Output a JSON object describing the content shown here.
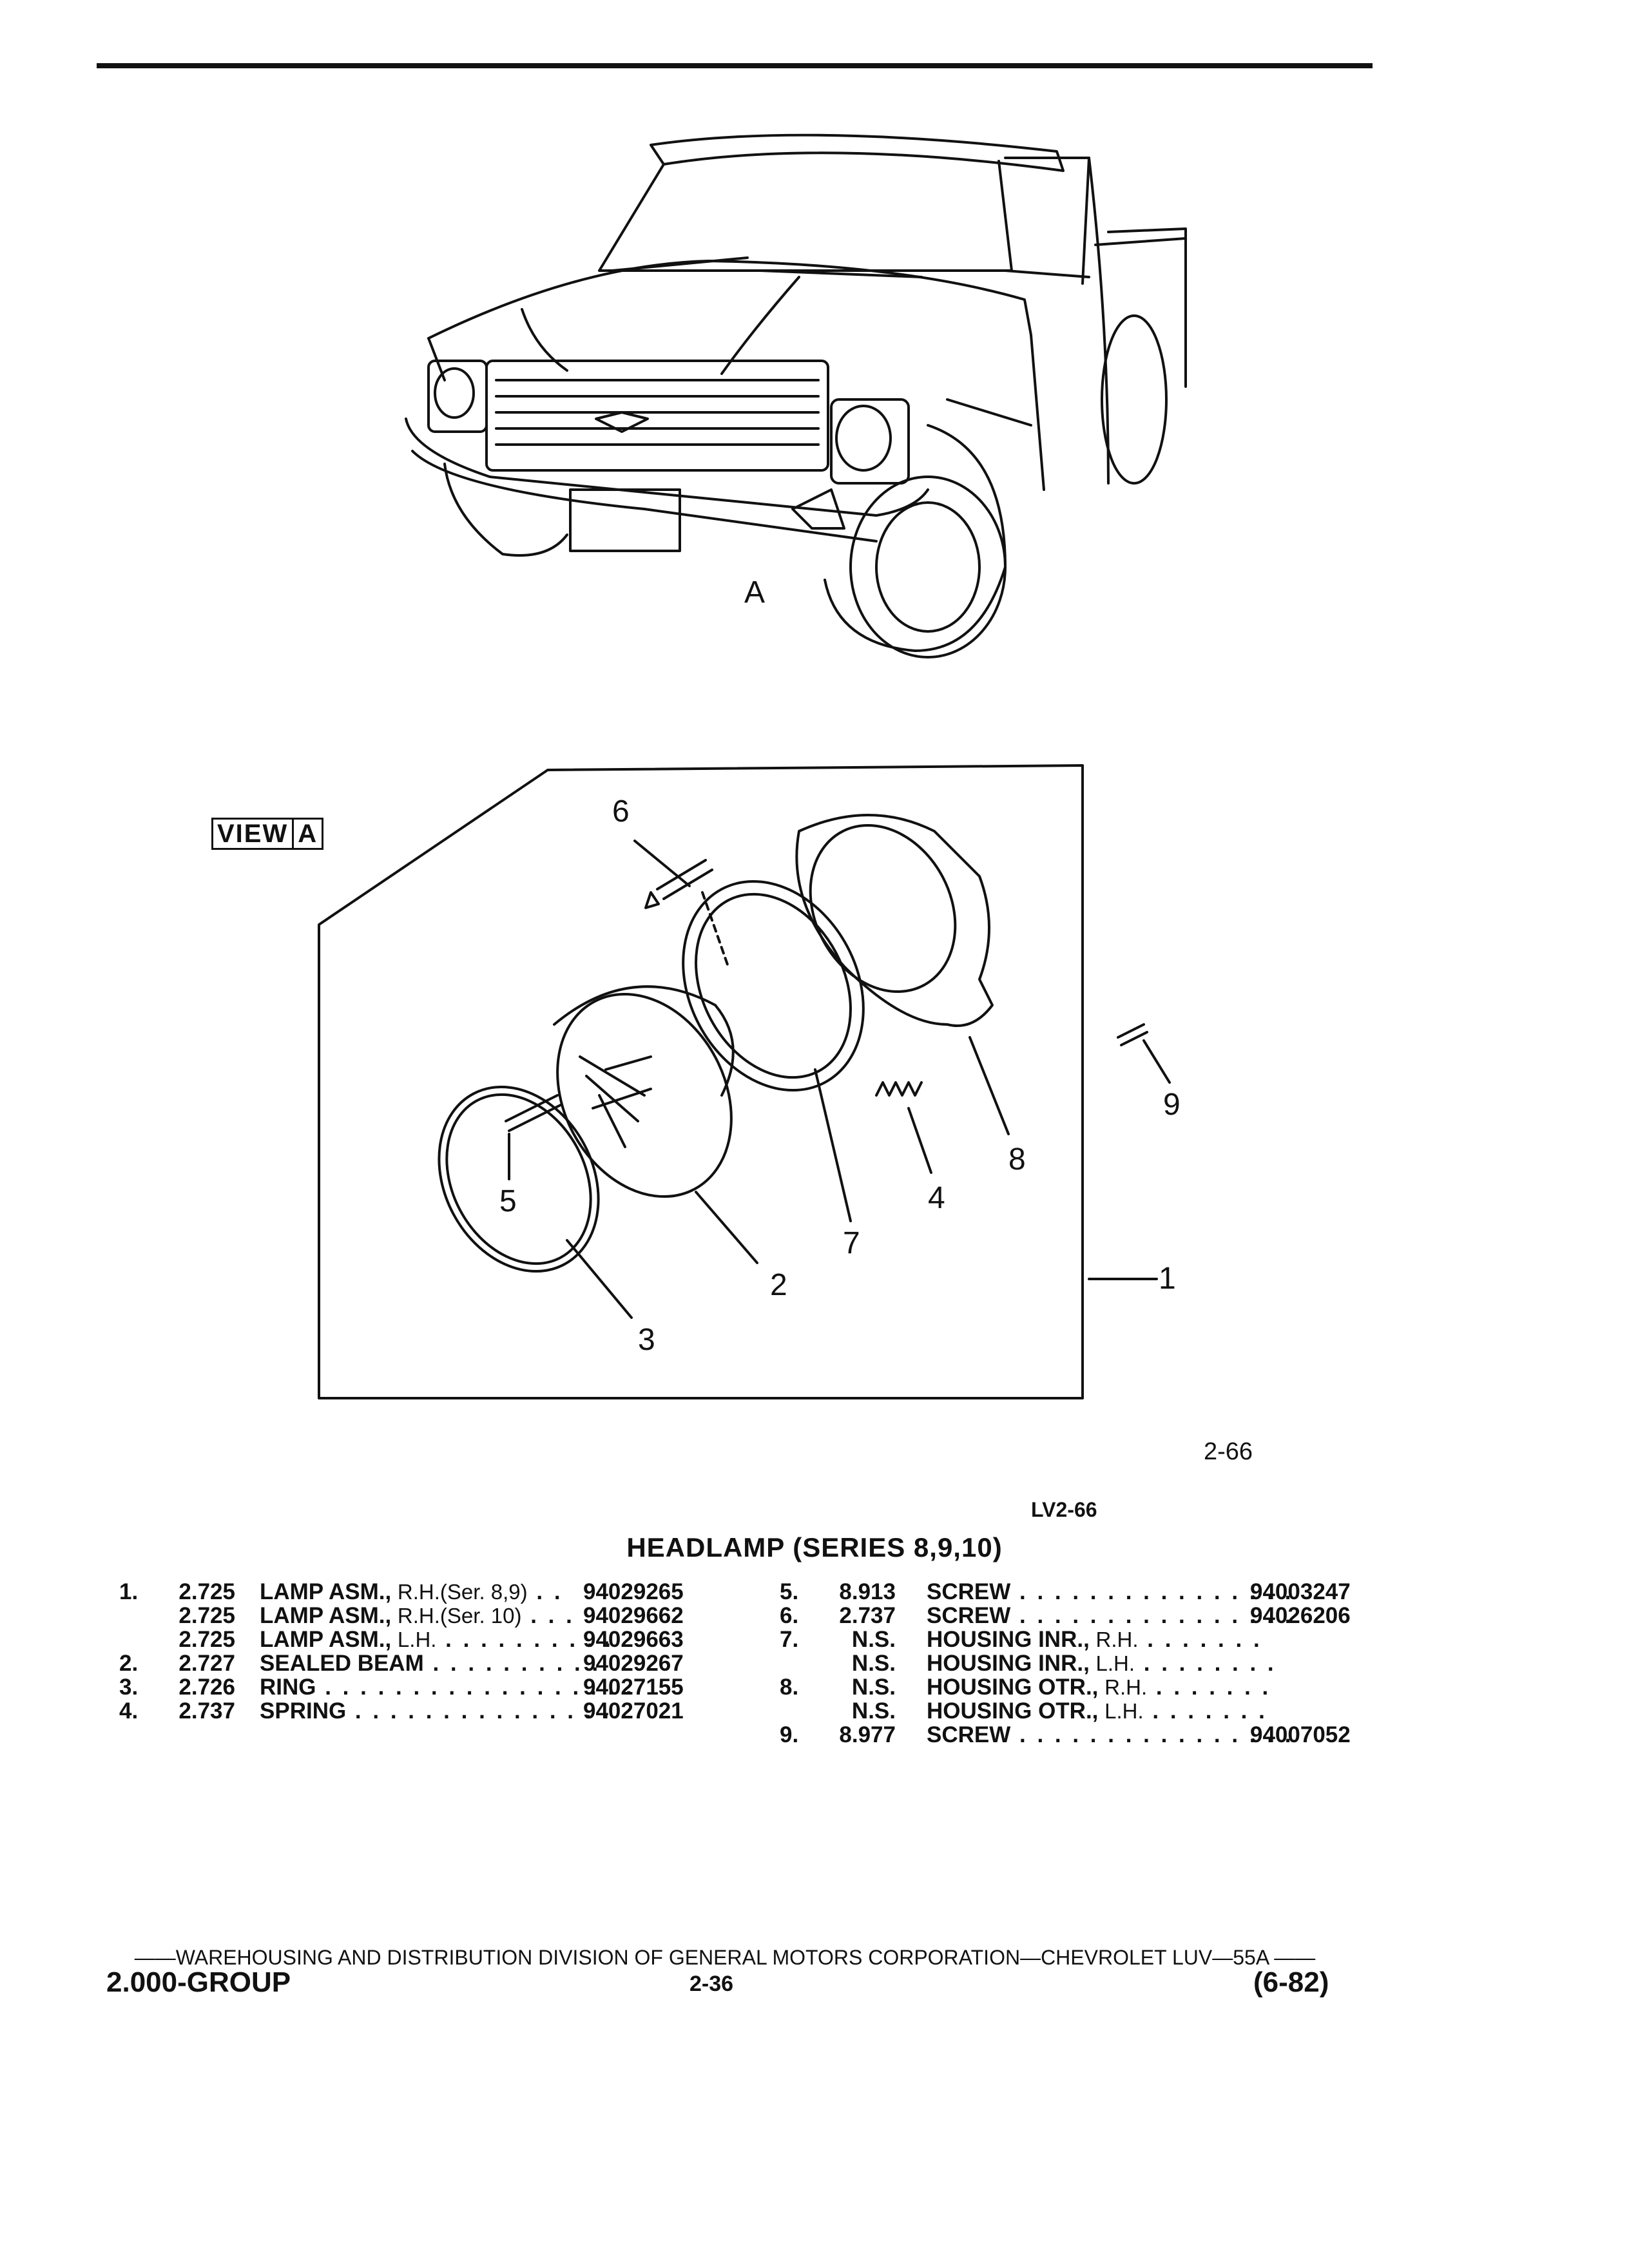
{
  "illustration": {
    "view_marker": "A",
    "view_label_word": "VIEW",
    "view_label_letter": "A",
    "callouts": [
      "1",
      "2",
      "3",
      "4",
      "5",
      "6",
      "7",
      "8",
      "9"
    ],
    "figure_number": "2-66",
    "figure_code": "LV2-66"
  },
  "parts": {
    "title": "HEADLAMP (SERIES 8,9,10)",
    "left": [
      {
        "num": "1.",
        "cat": "2.725",
        "name": "LAMP ASM.,",
        "note": "R.H.(Ser. 8,9)",
        "dots": " . .",
        "pn": "94029265"
      },
      {
        "num": "",
        "cat": "2.725",
        "name": "LAMP ASM.,",
        "note": "R.H.(Ser. 10)",
        "dots": " . . .",
        "pn": "94029662"
      },
      {
        "num": "",
        "cat": "2.725",
        "name": "LAMP ASM.,",
        "note": "L.H.",
        "dots": " . . . . . . . . . .",
        "pn": "94029663"
      },
      {
        "num": "2.",
        "cat": "2.727",
        "name": "SEALED BEAM",
        "note": "",
        "dots": " . . . . . . . . . .",
        "pn": "94029267"
      },
      {
        "num": "3.",
        "cat": "2.726",
        "name": "RING",
        "note": "",
        "dots": " . . . . . . . . . . . . . . . . . .",
        "pn": "94027155"
      },
      {
        "num": "4.",
        "cat": "2.737",
        "name": "SPRING",
        "note": "",
        "dots": " . . . . . . . . . . . . . . . .",
        "pn": "94027021"
      }
    ],
    "right": [
      {
        "num": "5.",
        "cat": "8.913",
        "name": "SCREW",
        "note": "",
        "dots": " . . . . . . . . . . . . . . . .",
        "pn": "94003247"
      },
      {
        "num": "6.",
        "cat": "2.737",
        "name": "SCREW",
        "note": "",
        "dots": " . . . . . . . . . . . . . . . .",
        "pn": "94026206"
      },
      {
        "num": "7.",
        "cat": "N.S.",
        "name": "HOUSING INR.,",
        "note": "R.H.",
        "dots": " . . . . . . .",
        "pn": ""
      },
      {
        "num": "",
        "cat": "N.S.",
        "name": "HOUSING INR.,",
        "note": "L.H.",
        "dots": " . . . . . . . .",
        "pn": ""
      },
      {
        "num": "8.",
        "cat": "N.S.",
        "name": "HOUSING OTR.,",
        "note": "R.H.",
        "dots": " . . . . . . .",
        "pn": ""
      },
      {
        "num": "",
        "cat": "N.S.",
        "name": "HOUSING OTR.,",
        "note": "L.H.",
        "dots": " . . . . . . .",
        "pn": ""
      },
      {
        "num": "9.",
        "cat": "8.977",
        "name": "SCREW",
        "note": "",
        "dots": " . . . . . . . . . . . . . . . .",
        "pn": "94007052"
      }
    ]
  },
  "footer": {
    "division_line": "——WAREHOUSING AND DISTRIBUTION DIVISION OF GENERAL MOTORS CORPORATION—CHEVROLET LUV—55A ——",
    "group": "2.000-GROUP",
    "page": "2-36",
    "date": "(6-82)"
  }
}
